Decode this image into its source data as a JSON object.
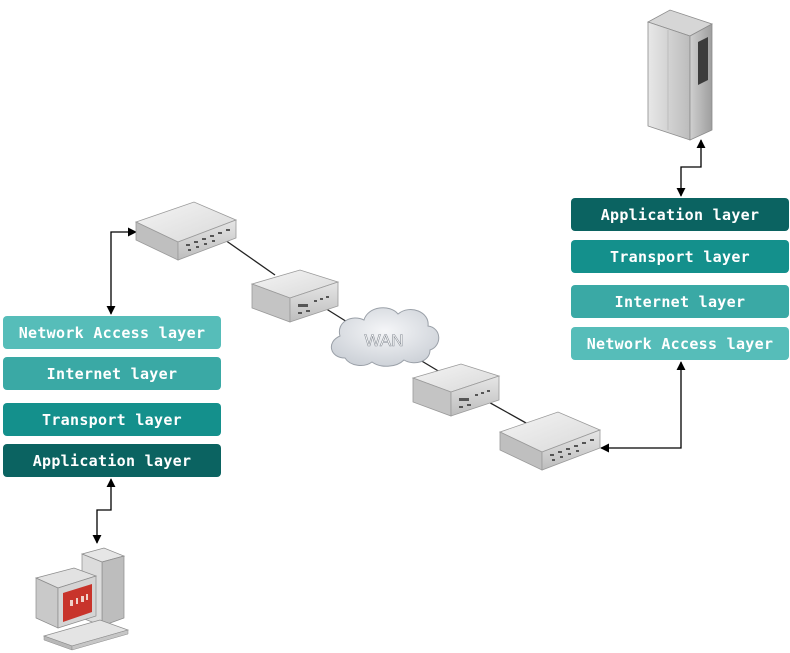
{
  "colors": {
    "network_access": "#56bdb9",
    "internet": "#3aa9a5",
    "transport": "#14908c",
    "application": "#0b6361"
  },
  "left_stack": [
    {
      "label": "Network Access layer",
      "kind": "network_access"
    },
    {
      "label": "Internet layer",
      "kind": "internet"
    },
    {
      "label": "Transport layer",
      "kind": "transport"
    },
    {
      "label": "Application layer",
      "kind": "application"
    }
  ],
  "right_stack": [
    {
      "label": "Application layer",
      "kind": "application"
    },
    {
      "label": "Transport layer",
      "kind": "transport"
    },
    {
      "label": "Internet layer",
      "kind": "internet"
    },
    {
      "label": "Network Access layer",
      "kind": "network_access"
    }
  ],
  "cloud": {
    "label": "WAN"
  },
  "icons": [
    "server-tower-icon",
    "router-icon",
    "wan-cloud-icon",
    "client-pc-icon"
  ]
}
